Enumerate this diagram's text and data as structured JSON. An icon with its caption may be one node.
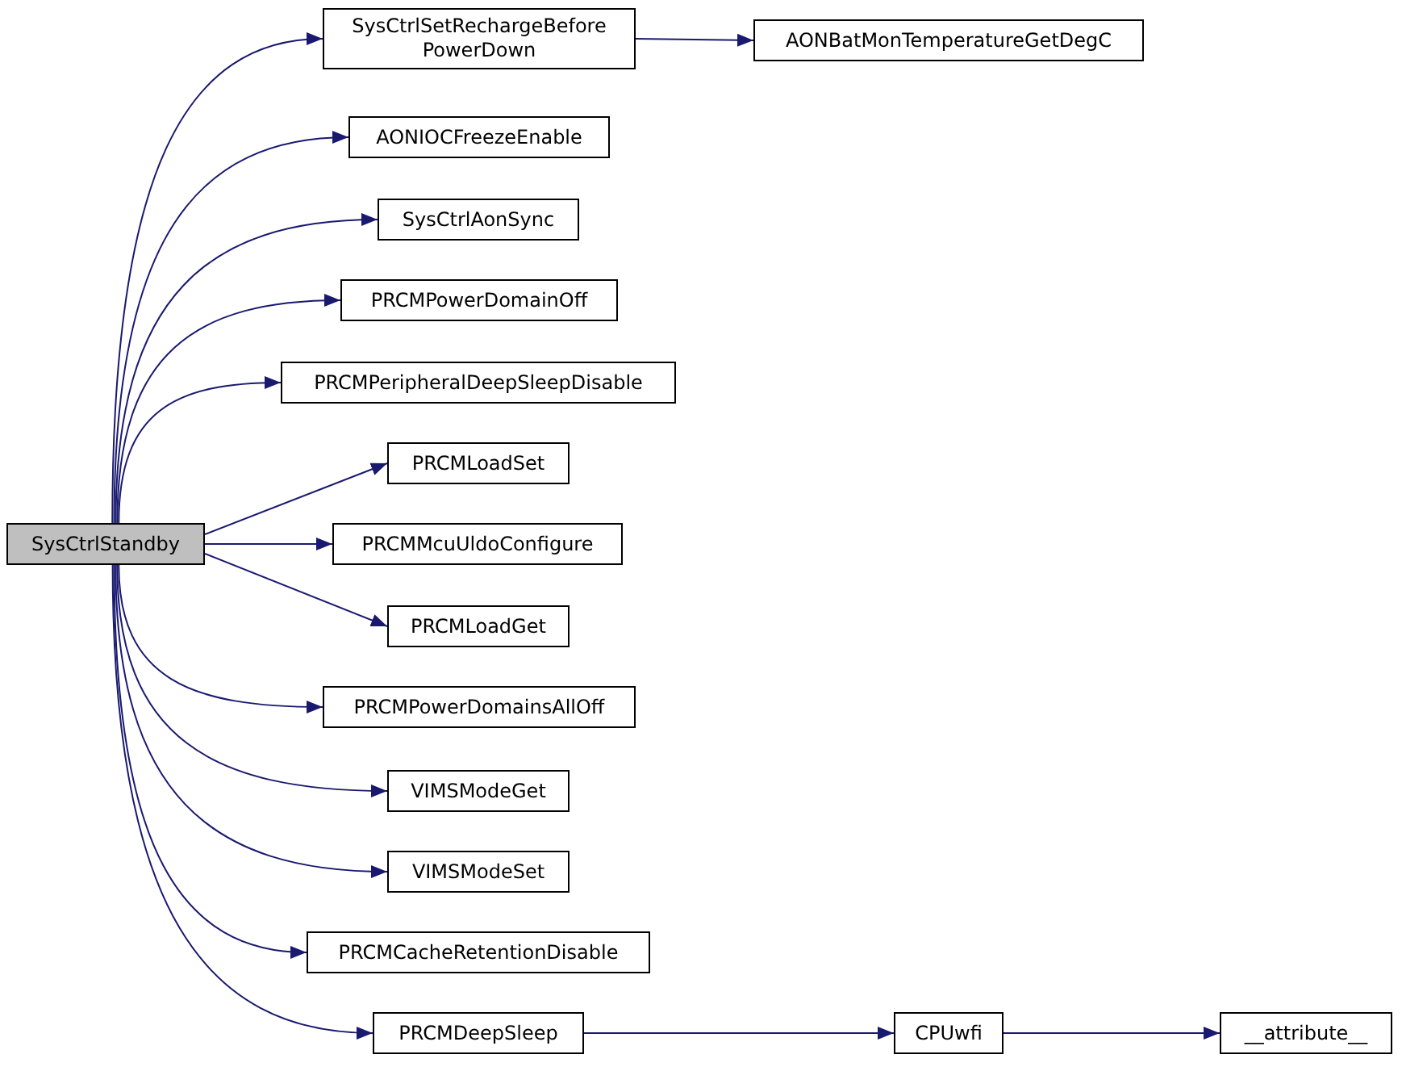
{
  "diagram": {
    "nodes": [
      {
        "text": [
          "SysCtrlStandby"
        ]
      },
      {
        "text": [
          "SysCtrlSetRechargeBefore PowerDown"
        ]
      },
      {
        "text": [
          "AONBatMonTemperatureGetDegC"
        ]
      },
      {
        "text": [
          "AONIOCFreezeEnable"
        ]
      },
      {
        "text": [
          "SysCtrlAonSync"
        ]
      },
      {
        "text": [
          "PRCMPowerDomainOff"
        ]
      },
      {
        "text": [
          "PRCMPeripheralDeepSleepDisable"
        ]
      },
      {
        "text": [
          "PRCMLoadSet"
        ]
      },
      {
        "text": [
          "PRCMMcuUldoConfigure"
        ]
      },
      {
        "text": [
          "PRCMLoadGet"
        ]
      },
      {
        "text": [
          "PRCMPowerDomainsAllOff"
        ]
      },
      {
        "text": [
          "VIMSModeGet"
        ]
      },
      {
        "text": [
          "VIMSModeSet"
        ]
      },
      {
        "text": [
          "PRCMCacheRetentionDisable"
        ]
      },
      {
        "text": [
          "PRCMDeepSleep"
        ]
      },
      {
        "text": [
          "CPUwfi"
        ]
      },
      {
        "text": [
          "__attribute__"
        ]
      }
    ],
    "edges": [
      {
        "from": 0,
        "to": 1,
        "arrow": "to"
      },
      {
        "from": 0,
        "to": 3,
        "arrow": "to"
      },
      {
        "from": 0,
        "to": 4,
        "arrow": "to"
      },
      {
        "from": 0,
        "to": 5,
        "arrow": "to"
      },
      {
        "from": 0,
        "to": 6,
        "arrow": "to"
      },
      {
        "from": 0,
        "to": 7,
        "arrow": "to"
      },
      {
        "from": 0,
        "to": 8,
        "arrow": "to"
      },
      {
        "from": 0,
        "to": 9,
        "arrow": "to"
      },
      {
        "from": 0,
        "to": 10,
        "arrow": "to"
      },
      {
        "from": 0,
        "to": 11,
        "arrow": "to"
      },
      {
        "from": 0,
        "to": 12,
        "arrow": "to"
      },
      {
        "from": 0,
        "to": 13,
        "arrow": "to"
      },
      {
        "from": 0,
        "to": 14,
        "arrow": "to"
      },
      {
        "from": 1,
        "to": 2,
        "arrow": "to"
      },
      {
        "from": 14,
        "to": 15,
        "arrow": "to"
      },
      {
        "from": 15,
        "to": 16,
        "arrow": "to"
      }
    ]
  }
}
